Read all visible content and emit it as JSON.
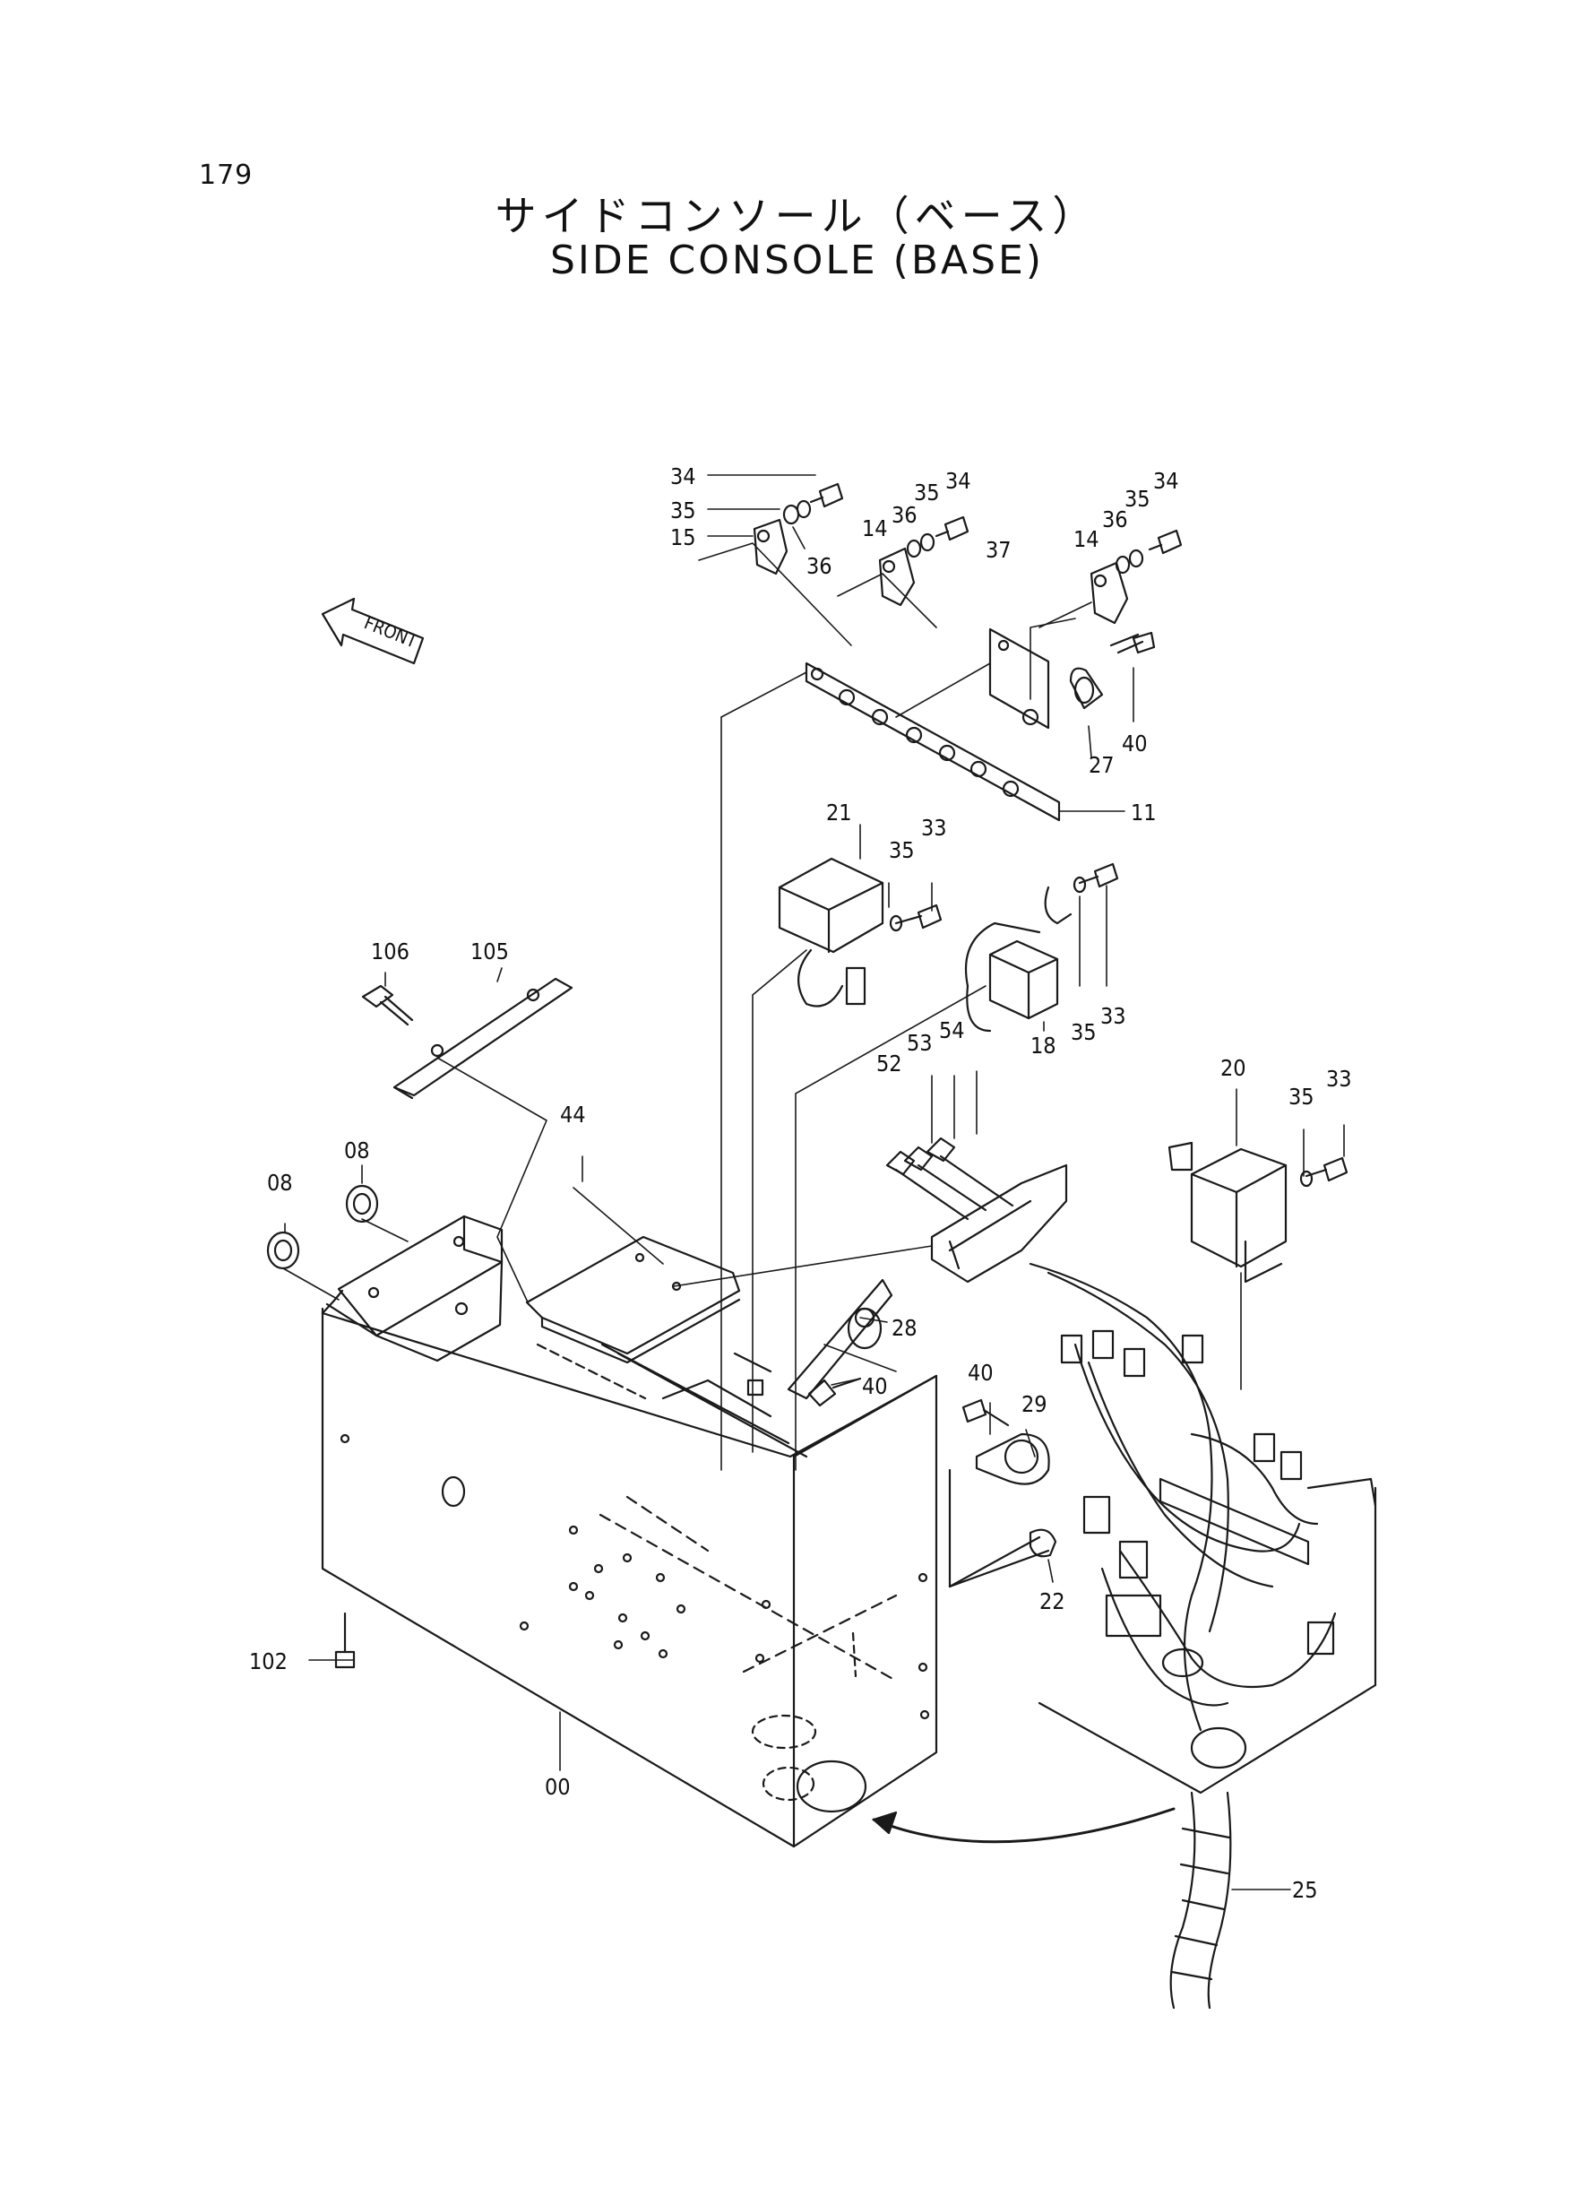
{
  "page_number": "179",
  "title_jp": "サイドコンソール（ベース）",
  "title_en": "SIDE CONSOLE (BASE)",
  "front_label": "FRONT",
  "callouts": [
    {
      "id": "c1",
      "label": "34"
    },
    {
      "id": "c2",
      "label": "35"
    },
    {
      "id": "c3",
      "label": "15"
    },
    {
      "id": "c4",
      "label": "36"
    },
    {
      "id": "c5",
      "label": "14"
    },
    {
      "id": "c6",
      "label": "36"
    },
    {
      "id": "c7",
      "label": "35"
    },
    {
      "id": "c8",
      "label": "34"
    },
    {
      "id": "c9",
      "label": "37"
    },
    {
      "id": "c10",
      "label": "14"
    },
    {
      "id": "c11",
      "label": "36"
    },
    {
      "id": "c12",
      "label": "35"
    },
    {
      "id": "c13",
      "label": "34"
    },
    {
      "id": "c14",
      "label": "27"
    },
    {
      "id": "c15",
      "label": "40"
    },
    {
      "id": "c16",
      "label": "11"
    },
    {
      "id": "c17",
      "label": "21"
    },
    {
      "id": "c18",
      "label": "35"
    },
    {
      "id": "c19",
      "label": "33"
    },
    {
      "id": "c20",
      "label": "18"
    },
    {
      "id": "c21",
      "label": "35"
    },
    {
      "id": "c22",
      "label": "33"
    },
    {
      "id": "c23",
      "label": "106"
    },
    {
      "id": "c24",
      "label": "105"
    },
    {
      "id": "c25",
      "label": "52"
    },
    {
      "id": "c26",
      "label": "53"
    },
    {
      "id": "c27",
      "label": "54"
    },
    {
      "id": "c28",
      "label": "20"
    },
    {
      "id": "c29",
      "label": "35"
    },
    {
      "id": "c30",
      "label": "33"
    },
    {
      "id": "c31",
      "label": "44"
    },
    {
      "id": "c32",
      "label": "08"
    },
    {
      "id": "c33",
      "label": "08"
    },
    {
      "id": "c34",
      "label": "28"
    },
    {
      "id": "c35",
      "label": "40"
    },
    {
      "id": "c36",
      "label": "40"
    },
    {
      "id": "c37",
      "label": "29"
    },
    {
      "id": "c38",
      "label": "22"
    },
    {
      "id": "c39",
      "label": "102"
    },
    {
      "id": "c40",
      "label": "00"
    },
    {
      "id": "c41",
      "label": "25"
    }
  ]
}
